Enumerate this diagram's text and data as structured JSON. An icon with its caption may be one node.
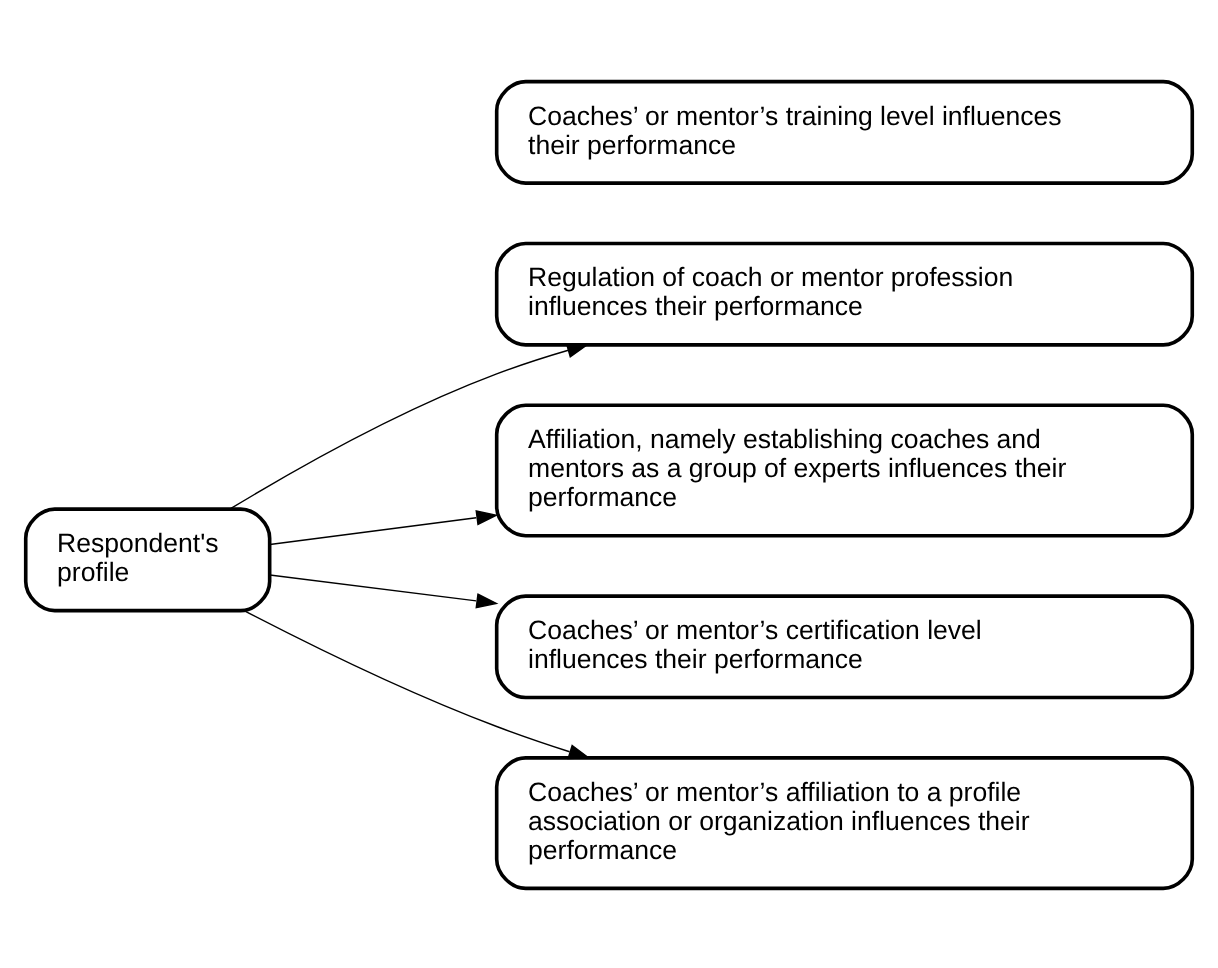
{
  "diagram": {
    "nodes": [
      {
        "text": [
          "Respondent's profile"
        ]
      },
      {
        "text": [
          "Regulation of coach or mentor profession influences their performance"
        ]
      },
      {
        "text": [
          "Affiliation, namely establishing coaches and mentors as a group of experts influences their performance"
        ]
      },
      {
        "text": [
          "Coaches’ or mentor’s training level influences their performance"
        ]
      },
      {
        "text": [
          "Coaches’ or mentor’s certification level influences their performance"
        ]
      },
      {
        "text": [
          "Coaches’ or mentor’s affiliation to a profile association or organization influences their performance"
        ]
      }
    ],
    "edges": [
      {
        "from": 0,
        "to": 1,
        "arrow": "to"
      },
      {
        "from": 0,
        "to": 2,
        "arrow": "to"
      },
      {
        "from": 0,
        "to": 4,
        "arrow": "to"
      },
      {
        "from": 0,
        "to": 5,
        "arrow": "to"
      }
    ]
  }
}
